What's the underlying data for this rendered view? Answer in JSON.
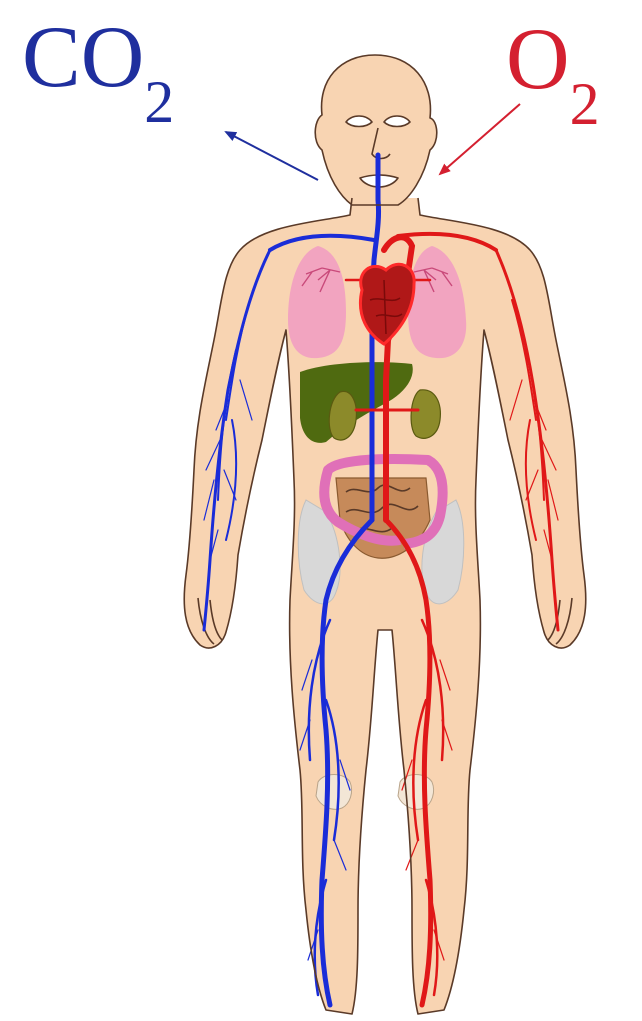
{
  "labels": {
    "exhaled": {
      "base": "CO",
      "sub": "2"
    },
    "inhaled": {
      "base": "O",
      "sub": "2"
    }
  },
  "colors": {
    "carbon_dioxide": "#1f2f9e",
    "oxygen": "#d42030",
    "veins": "#1a2cd8",
    "arteries": "#e01818",
    "skin": "#f8d4b2",
    "outline": "#5a3a28",
    "lungs": "#f2a4c0",
    "heart": "#b01818",
    "liver": "#4f6a10",
    "kidneys": "#8c8a2a",
    "intestine": "#e070b8",
    "small_intestine": "#c68a5a",
    "pelvis": "#d8d8d8"
  },
  "organs": [
    "lungs",
    "heart",
    "liver",
    "kidneys",
    "large-intestine",
    "small-intestine",
    "pelvis",
    "knees"
  ],
  "vessels": [
    "veins",
    "arteries"
  ]
}
